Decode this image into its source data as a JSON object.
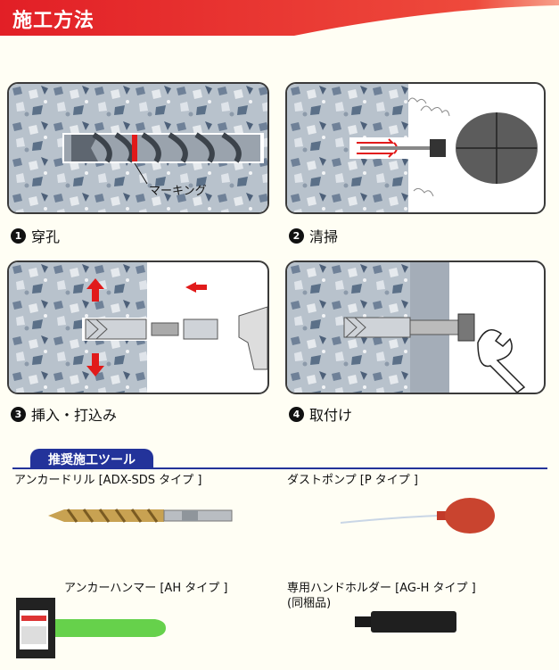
{
  "header": {
    "title": "施工方法"
  },
  "steps": [
    {
      "number": "1",
      "label": "穿孔"
    },
    {
      "number": "2",
      "label": "清掃"
    },
    {
      "number": "3",
      "label": "挿入・打込み"
    },
    {
      "number": "4",
      "label": "取付け"
    }
  ],
  "panel1": {
    "marking_label": "マーキング"
  },
  "tools": {
    "section_title": "推奨施工ツール",
    "items": [
      {
        "name": "アンカードリル [ADX-SDS タイプ ]"
      },
      {
        "name": "ダストポンプ [P タイプ ]"
      },
      {
        "name": "アンカーハンマー [AH タイプ ]"
      },
      {
        "name": "専用ハンドホルダー [AG-H タイプ ]",
        "note": "(同梱品)"
      }
    ]
  },
  "colors": {
    "header_red": "#e8242a",
    "tools_blue": "#23339a",
    "arrow_red": "#e11a1a"
  }
}
